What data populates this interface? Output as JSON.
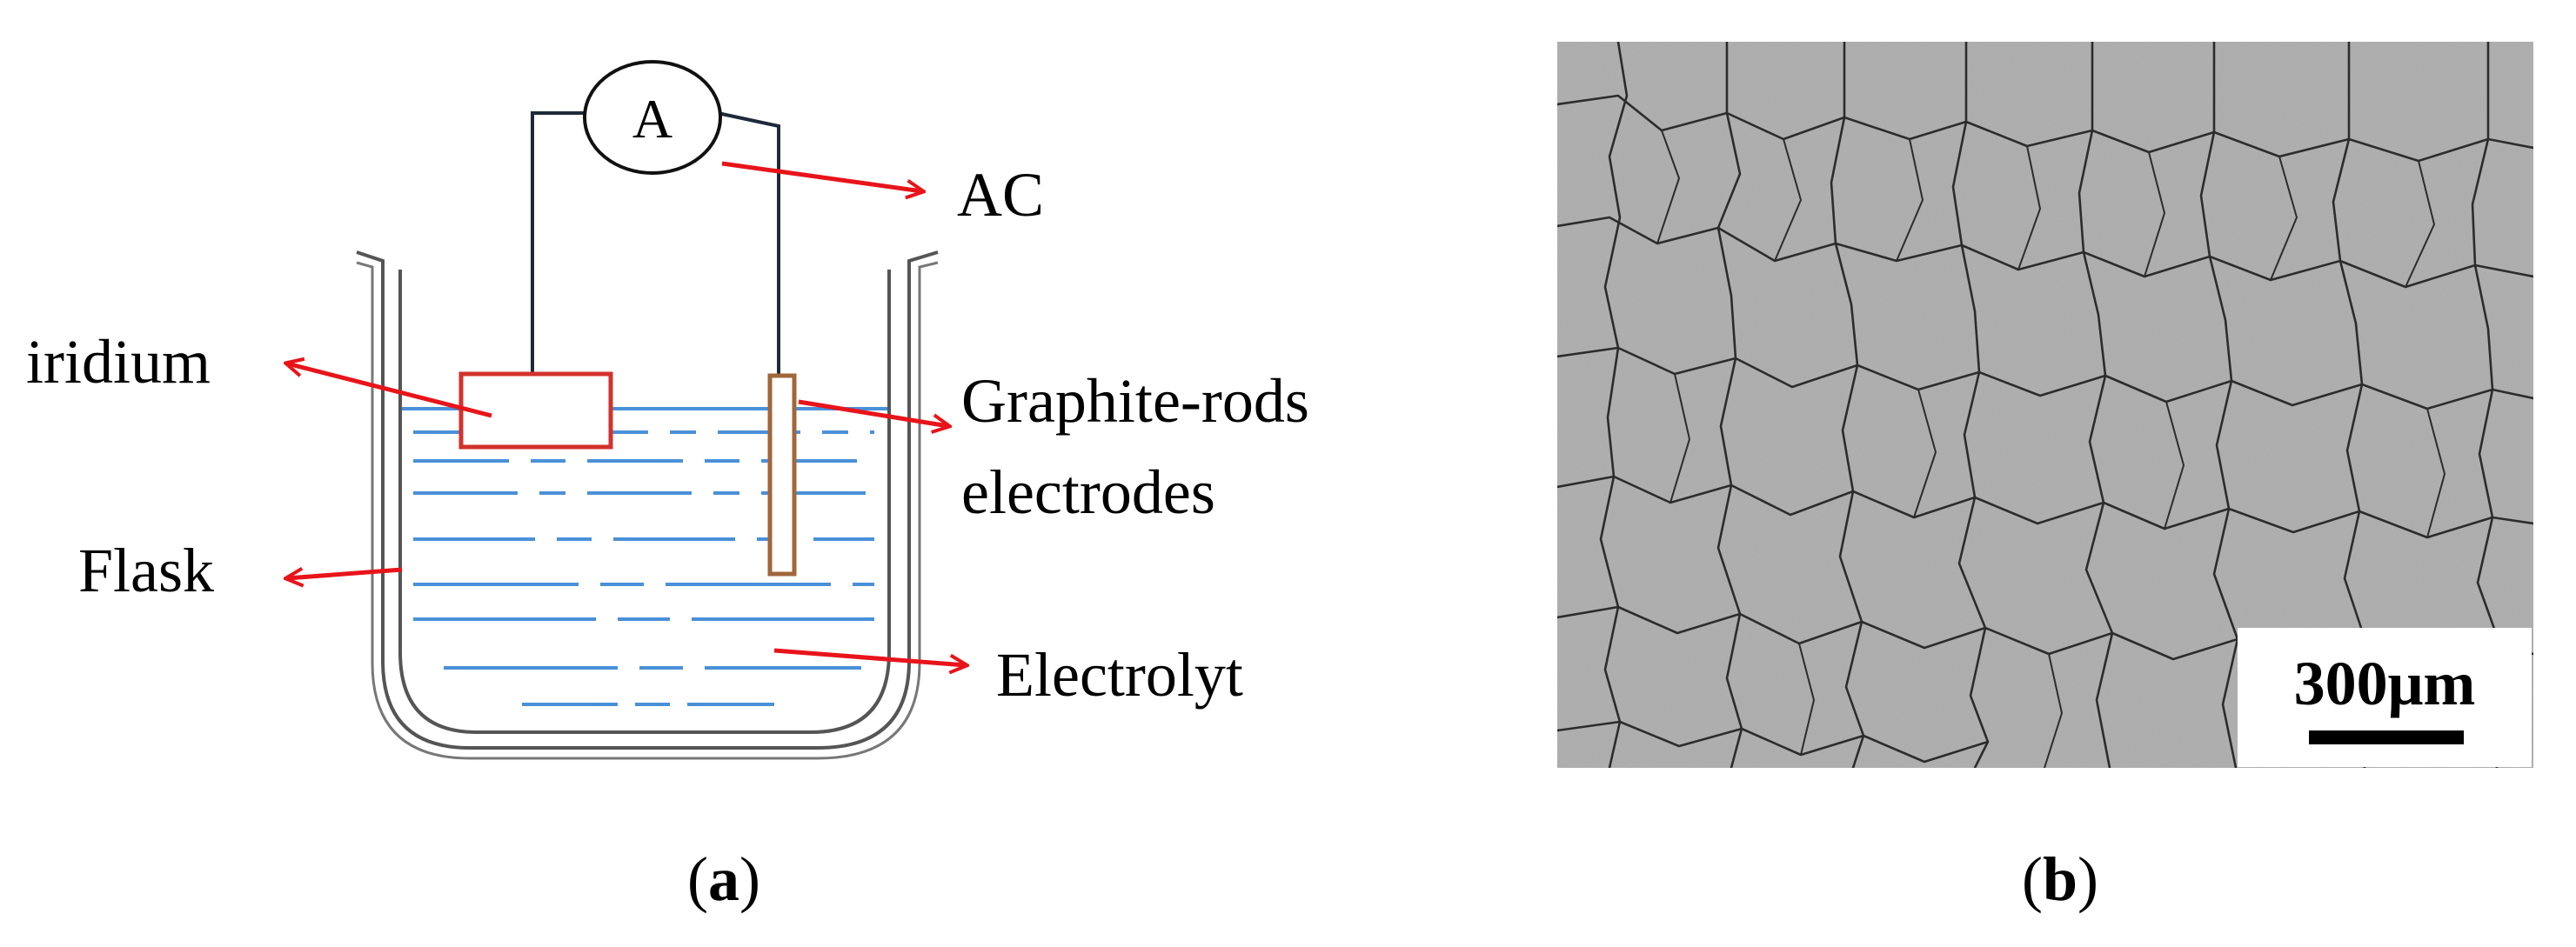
{
  "panel_a": {
    "ammeter_symbol": "A",
    "labels": {
      "ac": "AC",
      "iridium": "iridium",
      "graphite_line1": "Graphite-rods",
      "graphite_line2": "electrodes",
      "flask": "Flask",
      "electrolyt": "Electrolyt"
    },
    "caption_open": "(",
    "caption_letter": "a",
    "caption_close": ")"
  },
  "panel_b": {
    "scale_bar_label": "300μm",
    "caption_open": "(",
    "caption_letter": "b",
    "caption_close": ")"
  },
  "colors": {
    "arrow": "#e8141a",
    "liquid": "#4a90d9",
    "iridium_box": "#d2322d",
    "graphite_rod": "#a0673a",
    "wire": "#1e2a3a",
    "flask": "#555555",
    "micrograph_bg": "#a9a9a9",
    "grain_boundary": "#2c2c2c"
  }
}
